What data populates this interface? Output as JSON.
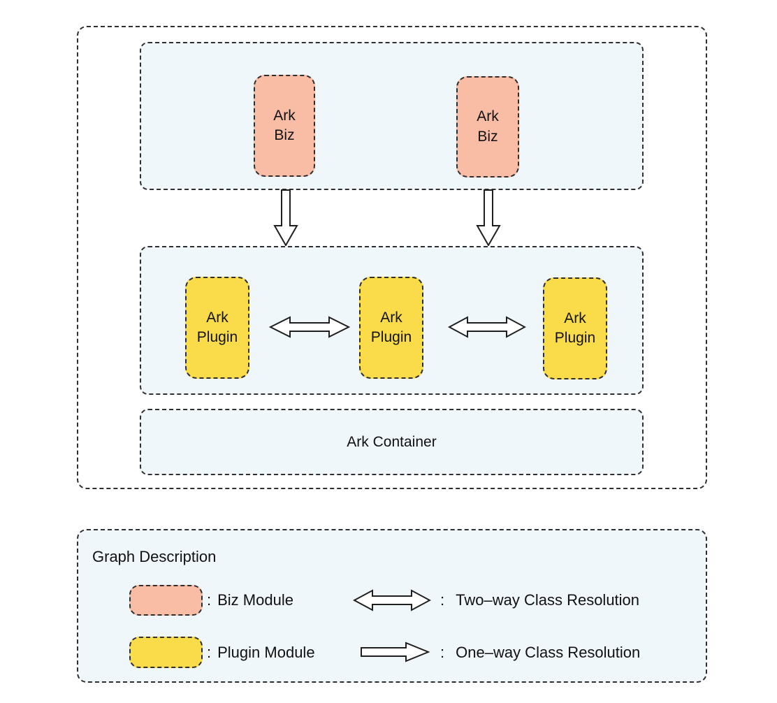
{
  "colors": {
    "biz_fill": "#F9BDA6",
    "plugin_fill": "#FADC4B",
    "panel_fill": "#F0F7FB",
    "line": "#2e2e2e"
  },
  "architecture": {
    "biz_nodes": [
      {
        "label": "Ark\nBiz"
      },
      {
        "label": "Ark\nBiz"
      }
    ],
    "plugin_nodes": [
      {
        "label": "Ark\nPlugin"
      },
      {
        "label": "Ark\nPlugin"
      },
      {
        "label": "Ark\nPlugin"
      }
    ],
    "container_label": "Ark Container"
  },
  "legend": {
    "title": "Graph Description",
    "colon": ":",
    "modules": [
      {
        "name": "biz",
        "label": "Biz Module"
      },
      {
        "name": "plugin",
        "label": "Plugin Module"
      }
    ],
    "relations": [
      {
        "type": "two-way",
        "label": "Two–way Class Resolution"
      },
      {
        "type": "one-way",
        "label": "One–way Class Resolution"
      }
    ]
  }
}
